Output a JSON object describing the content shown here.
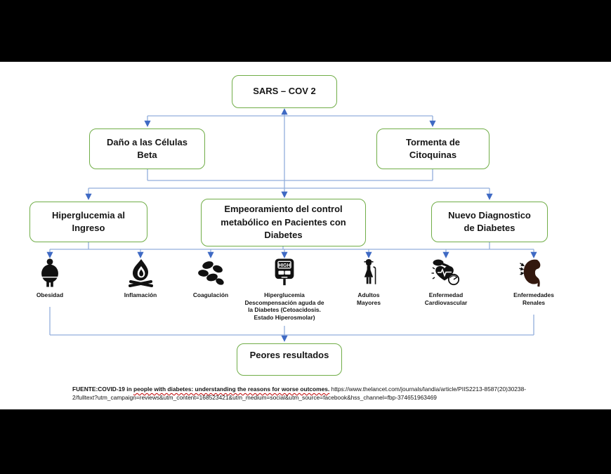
{
  "colors": {
    "box_border": "#70AD47",
    "connector_line": "#92AEDC",
    "arrow_head": "#3F6AC4",
    "icon": "#111111",
    "kidney": "#33180E",
    "spellcheck_squiggle": "#C00000",
    "letterbox": "#000000",
    "canvas": "#FFFFFF"
  },
  "flowchart": {
    "level1": {
      "label": "SARS – COV 2"
    },
    "level2": [
      {
        "label": "Daño a las Células\nBeta"
      },
      {
        "label": "Tormenta de\nCitoquinas"
      }
    ],
    "level3": [
      {
        "label": "Hiperglucemia al\nIngreso"
      },
      {
        "label": "Empeoramiento del control\nmetabólico en Pacientes con\nDiabetes"
      },
      {
        "label": "Nuevo Diagnostico\nde Diabetes"
      }
    ],
    "factors": [
      {
        "icon": "obesity-person-icon",
        "label": "Obesidad"
      },
      {
        "icon": "inflammation-fire-icon",
        "label": "Inflamación"
      },
      {
        "icon": "coagulation-blood-cells-icon",
        "label": "Coagulación"
      },
      {
        "icon": "glucometer-high-icon",
        "label": "Hiperglucemia\nDescompensación aguda de\nla Diabetes (Cetoacidosis.\nEstado Hiperosmolar)"
      },
      {
        "icon": "elderly-woman-cane-icon",
        "label": "Adultos\nMayores"
      },
      {
        "icon": "heart-blood-pressure-icon",
        "label": "Enfermedad\nCardiovascular"
      },
      {
        "icon": "kidney-icon",
        "label": "Enfermedades\nRenales"
      }
    ],
    "glucometer_display_text": "HIGH",
    "outcome": {
      "label": "Peores resultados"
    }
  },
  "footer": {
    "bold_prefix": "FUENTE:COVID-19 in ",
    "bold_misspelled": "people with diabetes: understanding the reasons for worse outcomes.",
    "gap": "  ",
    "url_part1": "https://www.thelancet.com/journals/landia/article/PIIS2213-8587(20)30238-",
    "url_part2": "2/fulltext?utm_campaign=reviews&utm_content=168523421&utm_medium=social&utm_source=facebook&hss_channel=fbp-374651963469"
  }
}
